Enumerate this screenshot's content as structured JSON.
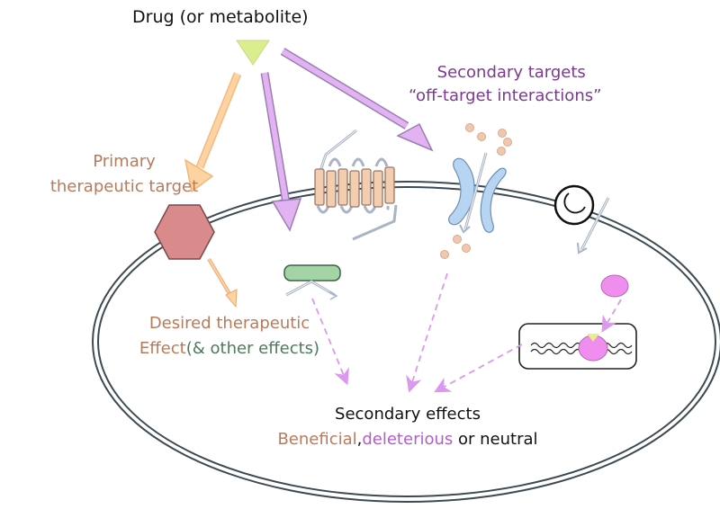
{
  "diagram": {
    "title": "Drug (or metabolite)",
    "secondary_targets": {
      "line1": "Secondary targets",
      "line2": "“off-target interactions”"
    },
    "primary_target": {
      "line1": "Primary",
      "line2": "therapeutic target"
    },
    "desired_effect": {
      "line1": "Desired therapeutic",
      "line2_part1": "Effect",
      "line2_part2": "(& other effects)"
    },
    "secondary_effects": {
      "line1": "Secondary effects",
      "beneficial": "Beneficial",
      "comma": ",",
      "deleterious": "deleterious",
      "rest": " or neutral"
    },
    "colors": {
      "drug": "#d9ee8c",
      "primary_arrow": "#fcc98f",
      "off_target_arrow": "#e2b2f2",
      "hexagon": "#d98a8a",
      "receptor": "#f2cdb0",
      "channel": "#b7d5f2",
      "enzyme": "#a3d4a5",
      "nuclear_factor": "#f08ef0",
      "dashed_arrow": "#dc98ee",
      "primary_text": "#b87a5a",
      "secondary_text": "#7a3a8f",
      "other_effects_text": "#4f7a5a",
      "deleterious_text": "#b55ccc"
    }
  }
}
